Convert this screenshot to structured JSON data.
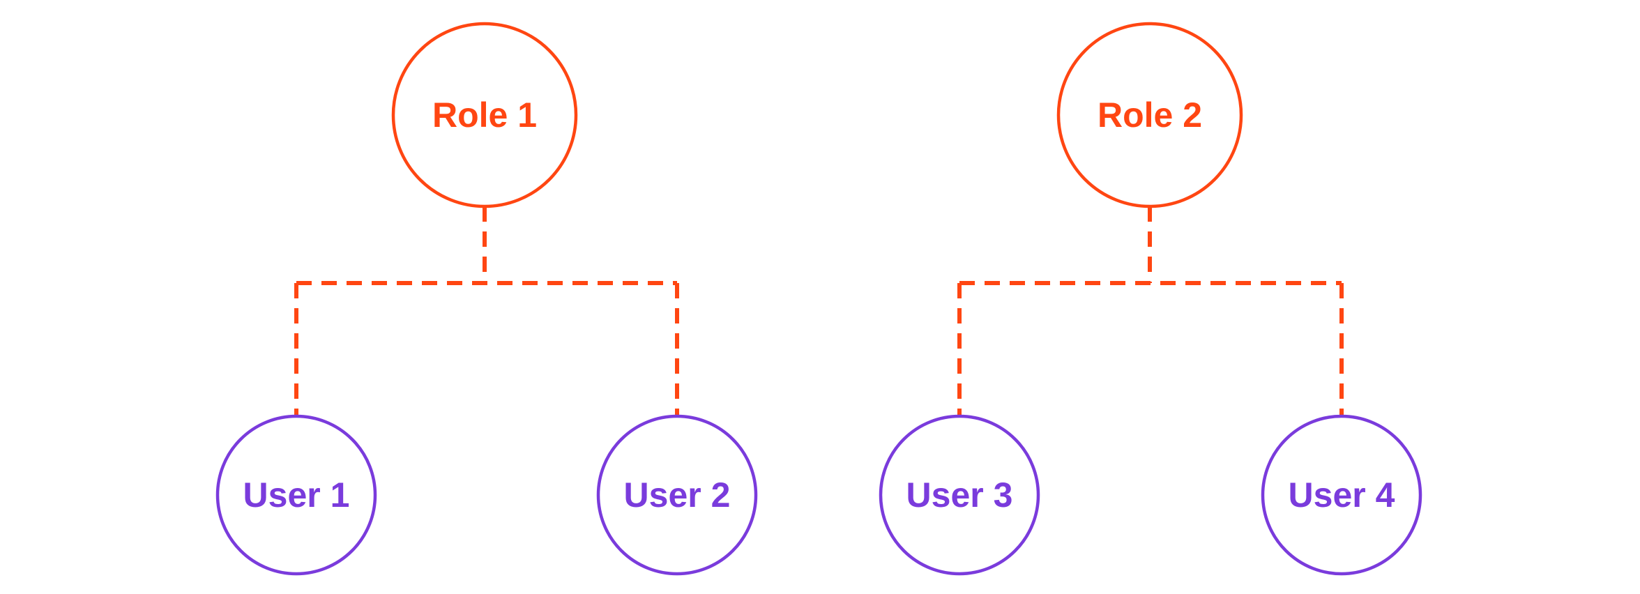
{
  "colors": {
    "role_accent": "#FF4612",
    "user_accent": "#7A3BDC",
    "background": "#FFFFFF"
  },
  "diagram": {
    "type": "tree",
    "nodes": [
      {
        "id": "role1",
        "label": "Role 1",
        "kind": "role"
      },
      {
        "id": "role2",
        "label": "Role 2",
        "kind": "role"
      },
      {
        "id": "user1",
        "label": "User 1",
        "kind": "user"
      },
      {
        "id": "user2",
        "label": "User 2",
        "kind": "user"
      },
      {
        "id": "user3",
        "label": "User 3",
        "kind": "user"
      },
      {
        "id": "user4",
        "label": "User 4",
        "kind": "user"
      }
    ],
    "edges": [
      {
        "from": "role1",
        "to": "user1",
        "style": "dashed"
      },
      {
        "from": "role1",
        "to": "user2",
        "style": "dashed"
      },
      {
        "from": "role2",
        "to": "user3",
        "style": "dashed"
      },
      {
        "from": "role2",
        "to": "user4",
        "style": "dashed"
      }
    ]
  }
}
